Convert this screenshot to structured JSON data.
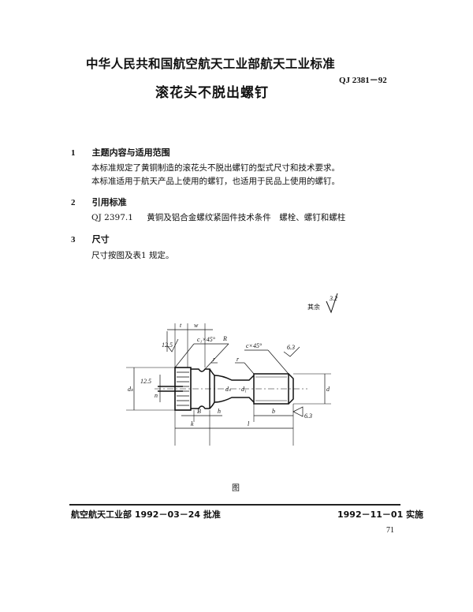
{
  "header": {
    "organization": "中华人民共和国航空航天工业部航天工业标准",
    "standard_code": "QJ 2381－92",
    "title": "滚花头不脱出螺钉"
  },
  "sections": [
    {
      "number": "1",
      "title": "主题内容与适用范围",
      "paragraphs": [
        "本标准规定了黄铜制造的滚花头不脱出螺钉的型式尺寸和技术要求。",
        "本标准适用于航天产品上使用的螺钉，也适用于民品上使用的螺钉。"
      ]
    },
    {
      "number": "2",
      "title": "引用标准",
      "reference": {
        "code": "QJ 2397.1",
        "text": "黄铜及铝合金螺纹紧固件技术条件　螺栓、螺钉和螺柱"
      }
    },
    {
      "number": "3",
      "title": "尺寸",
      "paragraphs": [
        "尺寸按图及表1 规定。"
      ]
    }
  ],
  "figure": {
    "roughness_note_label": "其余",
    "roughness_note_value": "3.2",
    "labels": {
      "t": "t",
      "w": "w",
      "chamfer_head": "c₁×45°",
      "radius_R": "R",
      "chamfer_thread": "c×45°",
      "roughness_thread": "6.3",
      "roughness_head": "12.5",
      "roughness_slot": "12.5",
      "r1": "r",
      "r2": "r",
      "dk": "dₖ",
      "n": "n",
      "ds": "dₛ",
      "d1": "d₁",
      "d": "d",
      "B": "B",
      "h": "h",
      "b": "b",
      "k": "k",
      "l": "l",
      "roughness_end": "6.3"
    },
    "caption": "图"
  },
  "footer": {
    "approval": "航空航天工业部 1992－03－24 批准",
    "implementation": "1992－11－01 实施",
    "page_number": "71"
  }
}
